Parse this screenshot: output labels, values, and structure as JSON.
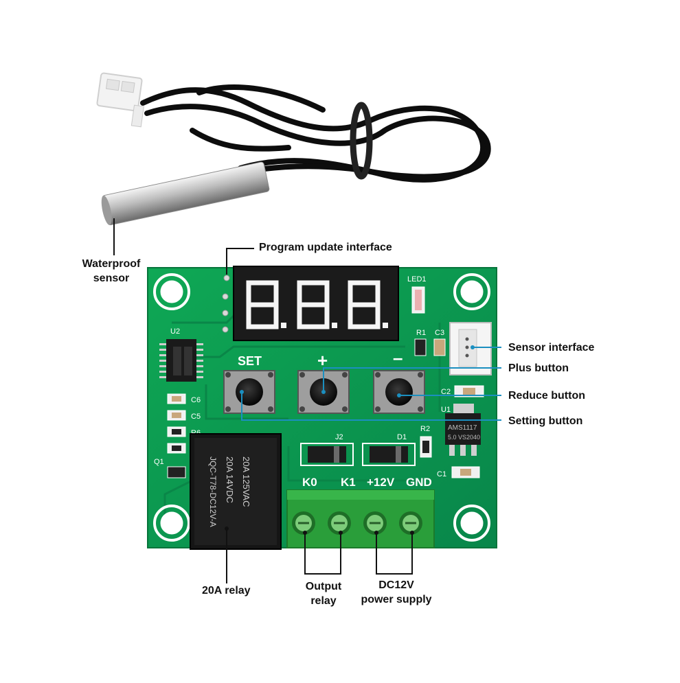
{
  "callouts": {
    "program_update": "Program update interface",
    "waterproof_sensor_line1": "Waterproof",
    "waterproof_sensor_line2": "sensor",
    "sensor_interface": "Sensor interface",
    "plus_button": "Plus button",
    "reduce_button": "Reduce button",
    "setting_button": "Setting button",
    "relay_20a": "20A relay",
    "output_relay_line1": "Output",
    "output_relay_line2": "relay",
    "power_supply_line1": "DC12V",
    "power_supply_line2": "power supply"
  },
  "board": {
    "display_digits": "8.8.8.",
    "silk_led": "LED1",
    "silk_u2": "U2",
    "silk_r1": "R1",
    "silk_c3": "C3",
    "silk_c2": "C2",
    "silk_u1": "U1",
    "silk_r2": "R2",
    "silk_d1": "D1",
    "silk_j2": "J2",
    "silk_c1": "C1",
    "silk_c5": "C5",
    "silk_c6": "C6",
    "silk_r6": "R6",
    "silk_q1": "Q1",
    "btn_set": "SET",
    "btn_plus": "+",
    "btn_minus": "–",
    "term_k0": "K0",
    "term_k1": "K1",
    "term_12v": "+12V",
    "term_gnd": "GND",
    "regulator_line1": "AMS1117",
    "regulator_line2": "5.0  VS2040",
    "relay_text": [
      "20A  125VAC",
      "20A   14VDC",
      "JQC-T78-DC12V-A"
    ]
  },
  "colors": {
    "pcb": "#0b9a4e",
    "pcb_dark": "#087a3c",
    "silk": "#ffffff",
    "display_bg": "#1b1b1b",
    "segment_on": "#ffffff",
    "terminal": "#2ca83c",
    "relay": "#1a1a1a",
    "leader": "#1b8fc0",
    "label": "#111111"
  }
}
